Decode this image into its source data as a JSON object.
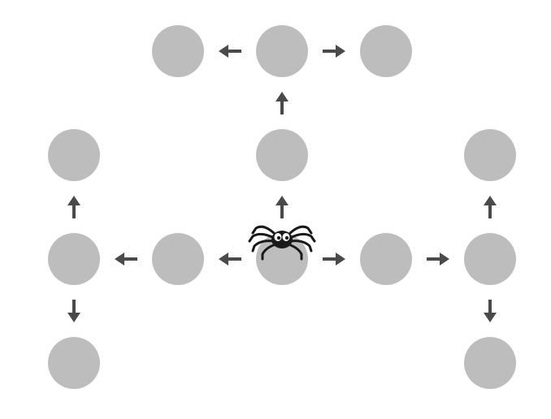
{
  "diagram": {
    "node_color": "#bdbdbd",
    "arrow_color": "#4a4a4a",
    "spider_color": "#1a1a1a",
    "nodes": [
      {
        "id": "n-top-left",
        "col": 1,
        "row": 0
      },
      {
        "id": "n-top-center",
        "col": 2,
        "row": 0
      },
      {
        "id": "n-top-right",
        "col": 3,
        "row": 0
      },
      {
        "id": "n-upper-left",
        "col": 0,
        "row": 1
      },
      {
        "id": "n-upper-center",
        "col": 2,
        "row": 1
      },
      {
        "id": "n-upper-right",
        "col": 4,
        "row": 1
      },
      {
        "id": "n-mid-far-left",
        "col": 0,
        "row": 2
      },
      {
        "id": "n-mid-left",
        "col": 1,
        "row": 2
      },
      {
        "id": "n-start",
        "col": 2,
        "row": 2
      },
      {
        "id": "n-mid-right",
        "col": 3,
        "row": 2
      },
      {
        "id": "n-mid-far-right",
        "col": 4,
        "row": 2
      },
      {
        "id": "n-bottom-left",
        "col": 0,
        "row": 3
      },
      {
        "id": "n-bottom-right",
        "col": 4,
        "row": 3
      }
    ],
    "arrows": [
      {
        "from": "n-top-center",
        "to": "n-top-left"
      },
      {
        "from": "n-top-center",
        "to": "n-top-right"
      },
      {
        "from": "n-upper-center",
        "to": "n-top-center"
      },
      {
        "from": "n-start",
        "to": "n-upper-center"
      },
      {
        "from": "n-start",
        "to": "n-mid-left"
      },
      {
        "from": "n-mid-left",
        "to": "n-mid-far-left"
      },
      {
        "from": "n-mid-far-left",
        "to": "n-upper-left"
      },
      {
        "from": "n-mid-far-left",
        "to": "n-bottom-left"
      },
      {
        "from": "n-start",
        "to": "n-mid-right"
      },
      {
        "from": "n-mid-right",
        "to": "n-mid-far-right"
      },
      {
        "from": "n-mid-far-right",
        "to": "n-upper-right"
      },
      {
        "from": "n-mid-far-right",
        "to": "n-bottom-right"
      }
    ],
    "spider_on": "n-start"
  }
}
